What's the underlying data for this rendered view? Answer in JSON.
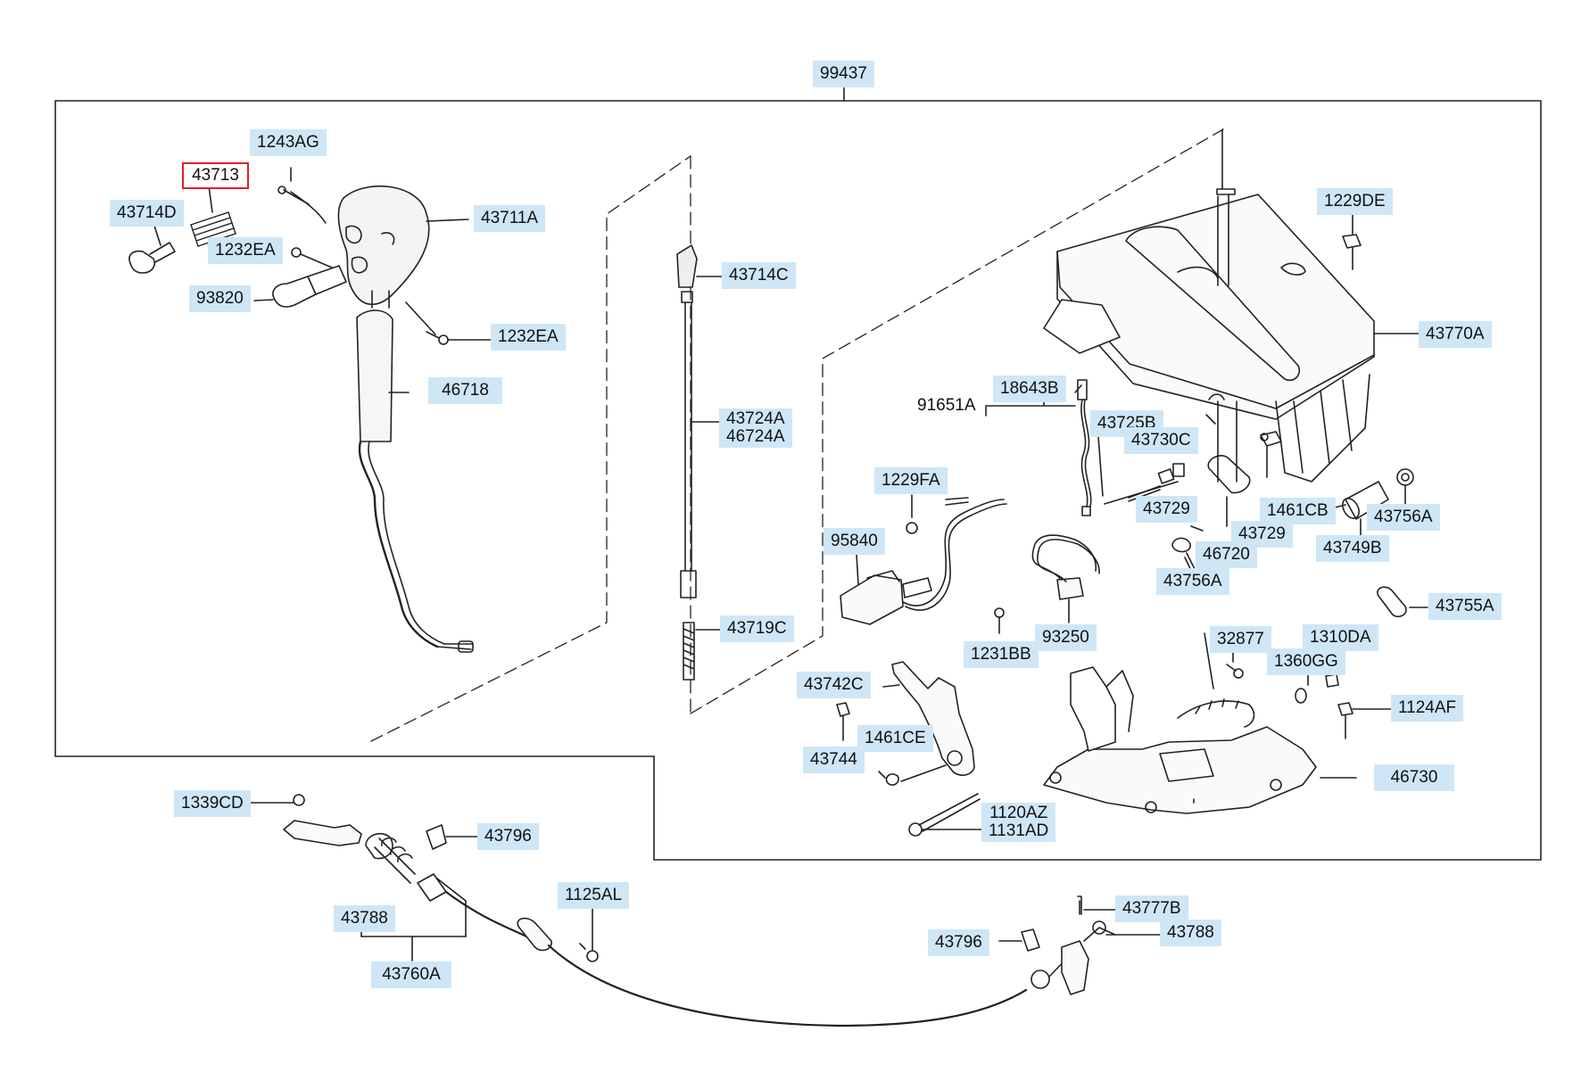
{
  "diagram": {
    "assembly_label": "99437",
    "highlighted_part": "43713",
    "colors": {
      "label_bg": "#cfe6f7",
      "highlight_border": "#e0202a",
      "line": "#222222"
    },
    "labels": [
      {
        "id": "l99437",
        "text": "99437"
      },
      {
        "id": "l1243AG",
        "text": "1243AG"
      },
      {
        "id": "l43713",
        "text": "43713"
      },
      {
        "id": "l43714D",
        "text": "43714D"
      },
      {
        "id": "l43711A",
        "text": "43711A"
      },
      {
        "id": "l1232EA_a",
        "text": "1232EA"
      },
      {
        "id": "l93820",
        "text": "93820"
      },
      {
        "id": "l1232EA_b",
        "text": "1232EA"
      },
      {
        "id": "l46718",
        "text": "46718"
      },
      {
        "id": "l43714C",
        "text": "43714C"
      },
      {
        "id": "l43724A",
        "text": "43724A\n46724A"
      },
      {
        "id": "l43719C",
        "text": "43719C"
      },
      {
        "id": "l1229DE",
        "text": "1229DE"
      },
      {
        "id": "l43770A",
        "text": "43770A"
      },
      {
        "id": "l18643B",
        "text": "18643B"
      },
      {
        "id": "l91651A",
        "text": "91651A"
      },
      {
        "id": "l43725B",
        "text": "43725B"
      },
      {
        "id": "l43730C",
        "text": "43730C"
      },
      {
        "id": "l43729a",
        "text": "43729"
      },
      {
        "id": "l1461CB",
        "text": "1461CB"
      },
      {
        "id": "l43756A_a",
        "text": "43756A"
      },
      {
        "id": "l43729b",
        "text": "43729"
      },
      {
        "id": "l46720",
        "text": "46720"
      },
      {
        "id": "l43749B",
        "text": "43749B"
      },
      {
        "id": "l43756A_b",
        "text": "43756A"
      },
      {
        "id": "l1229FA",
        "text": "1229FA"
      },
      {
        "id": "l95840",
        "text": "95840"
      },
      {
        "id": "l43755A",
        "text": "43755A"
      },
      {
        "id": "l93250",
        "text": "93250"
      },
      {
        "id": "l1231BB",
        "text": "1231BB"
      },
      {
        "id": "l32877",
        "text": "32877"
      },
      {
        "id": "l1310DA",
        "text": "1310DA"
      },
      {
        "id": "l1360GG",
        "text": "1360GG"
      },
      {
        "id": "l1124AF",
        "text": "1124AF"
      },
      {
        "id": "l43742C",
        "text": "43742C"
      },
      {
        "id": "l43744",
        "text": "43744"
      },
      {
        "id": "l1461CE",
        "text": "1461CE"
      },
      {
        "id": "l46730",
        "text": "46730"
      },
      {
        "id": "l1120AZ",
        "text": "1120AZ\n1131AD"
      },
      {
        "id": "l1339CD",
        "text": "1339CD"
      },
      {
        "id": "l43796a",
        "text": "43796"
      },
      {
        "id": "l1125AL",
        "text": "1125AL"
      },
      {
        "id": "l43788a",
        "text": "43788"
      },
      {
        "id": "l43760A",
        "text": "43760A"
      },
      {
        "id": "l43777B",
        "text": "43777B"
      },
      {
        "id": "l43796b",
        "text": "43796"
      },
      {
        "id": "l43788b",
        "text": "43788"
      }
    ]
  }
}
